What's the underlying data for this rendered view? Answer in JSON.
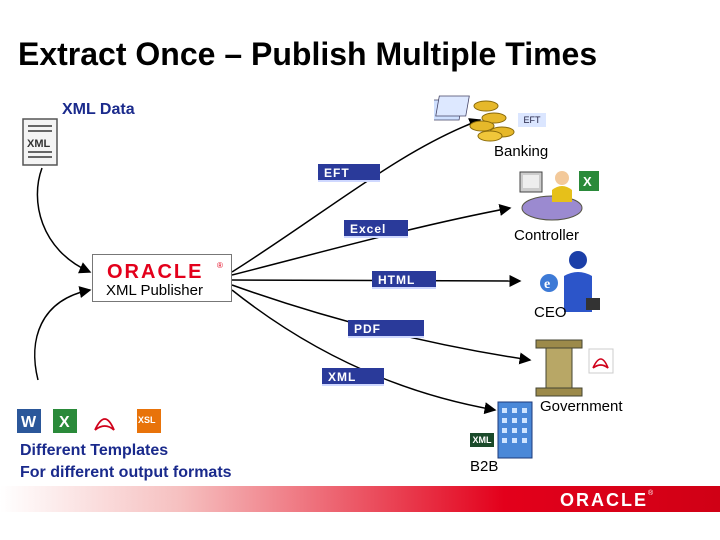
{
  "title": "Extract Once – Publish Multiple Times",
  "source_label": "XML Data",
  "publisher": {
    "logo_text": "ORACLE",
    "label": "XML Publisher"
  },
  "templates_label_line1": "Different Templates",
  "templates_label_line2": "For different output formats",
  "formats": {
    "eft": "EFT",
    "excel": "Excel",
    "html": "HTML",
    "pdf": "PDF",
    "xml": "XML"
  },
  "destinations": {
    "banking": "Banking",
    "controller": "Controller",
    "ceo": "CEO",
    "government": "Government",
    "b2b": "B2B"
  },
  "small_tags": {
    "banking_eft": "EFT",
    "b2b_xml": "XML",
    "xml_doc": "XML",
    "xsl_icon": "XSL"
  },
  "footer_logo": "ORACLE",
  "colors": {
    "oracle_red": "#e3001b",
    "label_blue": "#1a2a8c",
    "format_box": "#2a3a9a"
  },
  "icons": [
    "xml-document-icon",
    "money-stack-icon",
    "excel-icon",
    "word-icon",
    "acrobat-icon",
    "xsl-icon",
    "person-computer-icon",
    "executive-icon",
    "ie-icon",
    "pillar-icon",
    "building-icon"
  ]
}
